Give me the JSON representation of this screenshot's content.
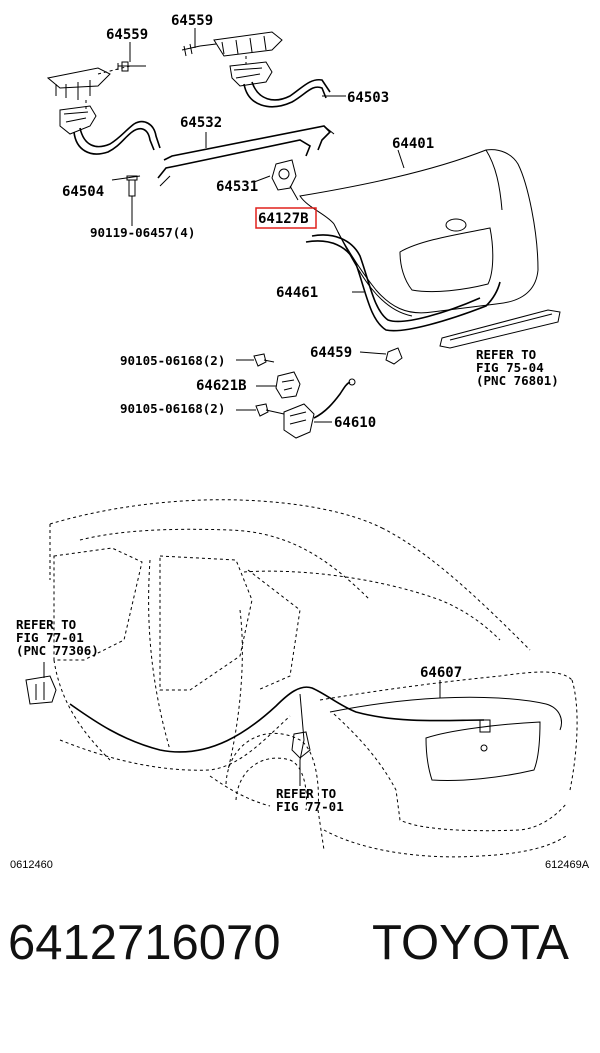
{
  "labels": {
    "p64559a": "64559",
    "p64559b": "64559",
    "p64503": "64503",
    "p64532": "64532",
    "p64401": "64401",
    "p64504": "64504",
    "p64531": "64531",
    "p64127b": "64127B",
    "p90119": "90119-06457(4)",
    "p64461": "64461",
    "p64459": "64459",
    "p90105a": "90105-06168(2)",
    "p64621b": "64621B",
    "p90105b": "90105-06168(2)",
    "p64610": "64610",
    "p64607": "64607"
  },
  "refs": {
    "ref1": [
      "REFER TO",
      "FIG 75-04",
      "(PNC 76801)"
    ],
    "ref2": [
      "REFER TO",
      "FIG 77-01",
      "(PNC 77306)"
    ],
    "ref3": [
      "REFER TO",
      "FIG 77-01"
    ]
  },
  "codes": {
    "left": "0612460",
    "right": "612469A"
  },
  "footer": {
    "part_number": "6412716070",
    "brand": "TOYOTA"
  },
  "highlight_color": "#e0201c"
}
